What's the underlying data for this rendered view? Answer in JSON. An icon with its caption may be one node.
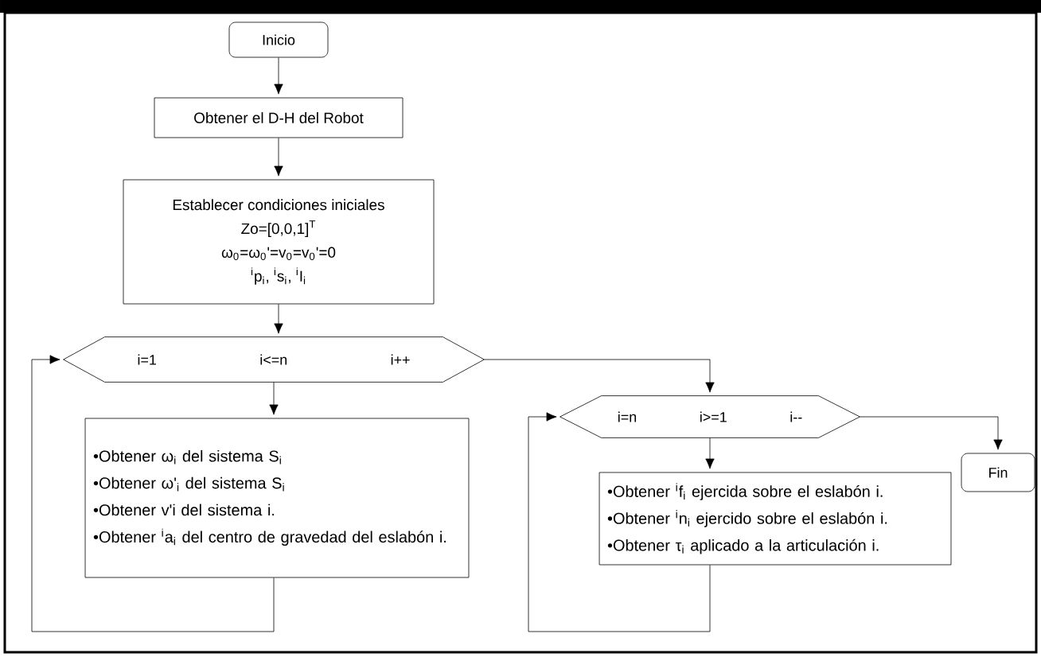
{
  "diagram": {
    "nodes": [
      {
        "text": [
          "Inicio"
        ]
      },
      {
        "text": [
          "Obtener el D-H del Robot"
        ]
      },
      {
        "text": [
          "Establecer condiciones iniciales",
          "Zo=[0,0,1]$^{T}$",
          "ω$_{0}$=ω$_{0}$'=v$_{0}$=v$_{0}$'=0",
          "$^{i}$p$_{i}$, $^{i}$s$_{i}$, $^{i}$I$_{i}$"
        ]
      },
      {
        "text": [
          "i=1",
          "i<=n",
          "i++"
        ]
      },
      {
        "text": [
          "•Obtener ω$_{i}$ del sistema S$_{i}$",
          "•Obtener ω'$_{i}$ del sistema S$_{i}$",
          "•Obtener v'i del sistema i.",
          "•Obtener $^{i}$a$_{i}$ del centro de gravedad del eslabón i."
        ]
      },
      {
        "text": [
          "i=n",
          "i>=1",
          "i--"
        ]
      },
      {
        "text": [
          "•Obtener $^{i}$f$_{i}$ ejercida sobre el eslabón i.",
          "•Obtener $^{i}$n$_{i}$ ejercido sobre el eslabón i.",
          "•Obtener τ$_{i}$ aplicado a la articulación i."
        ]
      },
      {
        "text": [
          "Fin"
        ]
      }
    ],
    "edges": [
      {
        "from": 0,
        "to": 1,
        "arrow": "to"
      },
      {
        "from": 1,
        "to": 2,
        "arrow": "to"
      },
      {
        "from": 2,
        "to": 3,
        "arrow": "to"
      },
      {
        "from": 3,
        "to": 4,
        "arrow": "to"
      },
      {
        "from": 4,
        "to": 3,
        "arrow": "to"
      },
      {
        "from": 3,
        "to": 5,
        "arrow": "to"
      },
      {
        "from": 5,
        "to": 6,
        "arrow": "to"
      },
      {
        "from": 6,
        "to": 5,
        "arrow": "to"
      },
      {
        "from": 5,
        "to": 7,
        "arrow": "to"
      }
    ]
  }
}
